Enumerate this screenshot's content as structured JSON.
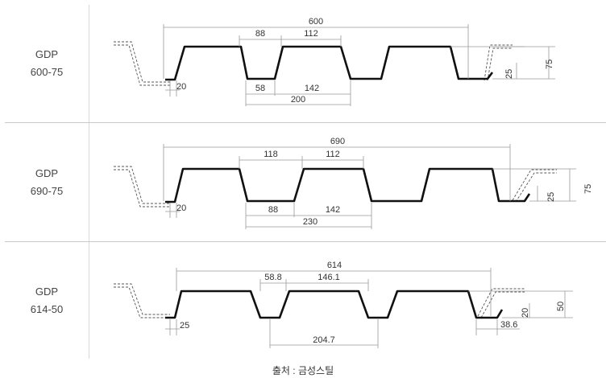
{
  "rows": [
    {
      "name_line1": "GDP",
      "name_line2": "600-75",
      "dims": {
        "total": "600",
        "top_a": "88",
        "top_b": "112",
        "bottom_a": "58",
        "bottom_b": "142",
        "pitch": "200",
        "lip": "20",
        "rib": "25",
        "height": "75"
      }
    },
    {
      "name_line1": "GDP",
      "name_line2": "690-75",
      "dims": {
        "total": "690",
        "top_a": "118",
        "top_b": "112",
        "bottom_a": "88",
        "bottom_b": "142",
        "pitch": "230",
        "lip": "20",
        "rib": "25",
        "height": "75"
      }
    },
    {
      "name_line1": "GDP",
      "name_line2": "614-50",
      "dims": {
        "total": "614",
        "top_a": "58.8",
        "top_b": "146.1",
        "pitch": "204.7",
        "lip": "25",
        "rib": "20",
        "edge": "38.6",
        "height": "50"
      }
    }
  ],
  "caption": "출처 : 금성스틸"
}
